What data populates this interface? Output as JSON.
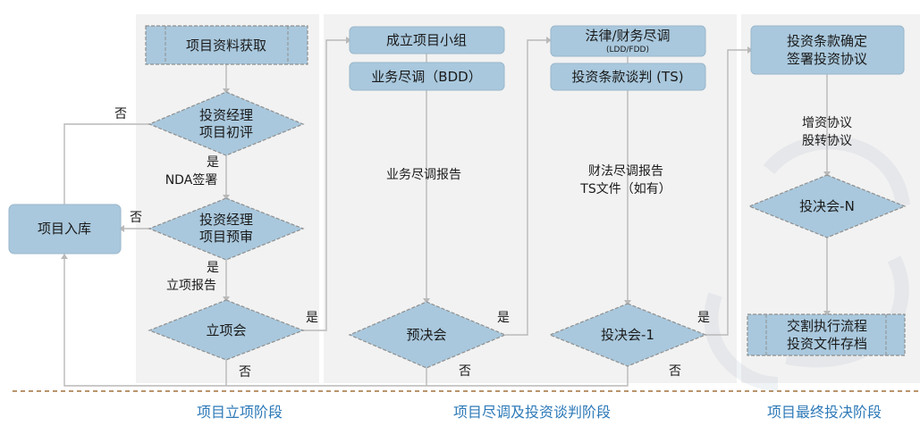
{
  "nodes": {
    "project_info": "项目资料获取",
    "mgr_review1_l1": "投资经理",
    "mgr_review1_l2": "项目初评",
    "mgr_review2_l1": "投资经理",
    "mgr_review2_l2": "项目预审",
    "project_db": "项目入库",
    "approval_meeting": "立项会",
    "form_team": "成立项目小组",
    "bdd": "业务尽调（BDD）",
    "pre_decision": "预决会",
    "legal_fin_dd": "法律/财务尽调",
    "legal_fin_dd_sub": "(LDD/FDD)",
    "ts_negotiation": "投资条款谈判 (TS)",
    "decision1": "投决会-1",
    "confirm_terms_l1": "投资条款确定",
    "confirm_terms_l2": "签署投资协议",
    "decision_n": "投决会-N",
    "delivery_l1": "交割执行流程",
    "delivery_l2": "投资文件存档"
  },
  "labels": {
    "no1": "否",
    "yes1": "是",
    "nda": "NDA签署",
    "no2": "否",
    "yes2": "是",
    "approval_report": "立项报告",
    "yes3": "是",
    "no3": "否",
    "bdd_report": "业务尽调报告",
    "yes4": "是",
    "no4": "否",
    "fin_report_l1": "财法尽调报告",
    "fin_report_l2": "TS文件（如有）",
    "yes5": "是",
    "no5": "否",
    "agreements_l1": "增资协议",
    "agreements_l2": "股转协议"
  },
  "stages": {
    "stage1": "项目立项阶段",
    "stage2": "项目尽调及投资谈判阶段",
    "stage3": "项目最终投决阶段"
  },
  "colors": {
    "node_fill": "#a9c8dd",
    "stage_text": "#2e7ab8",
    "divider": "#a0703a"
  }
}
